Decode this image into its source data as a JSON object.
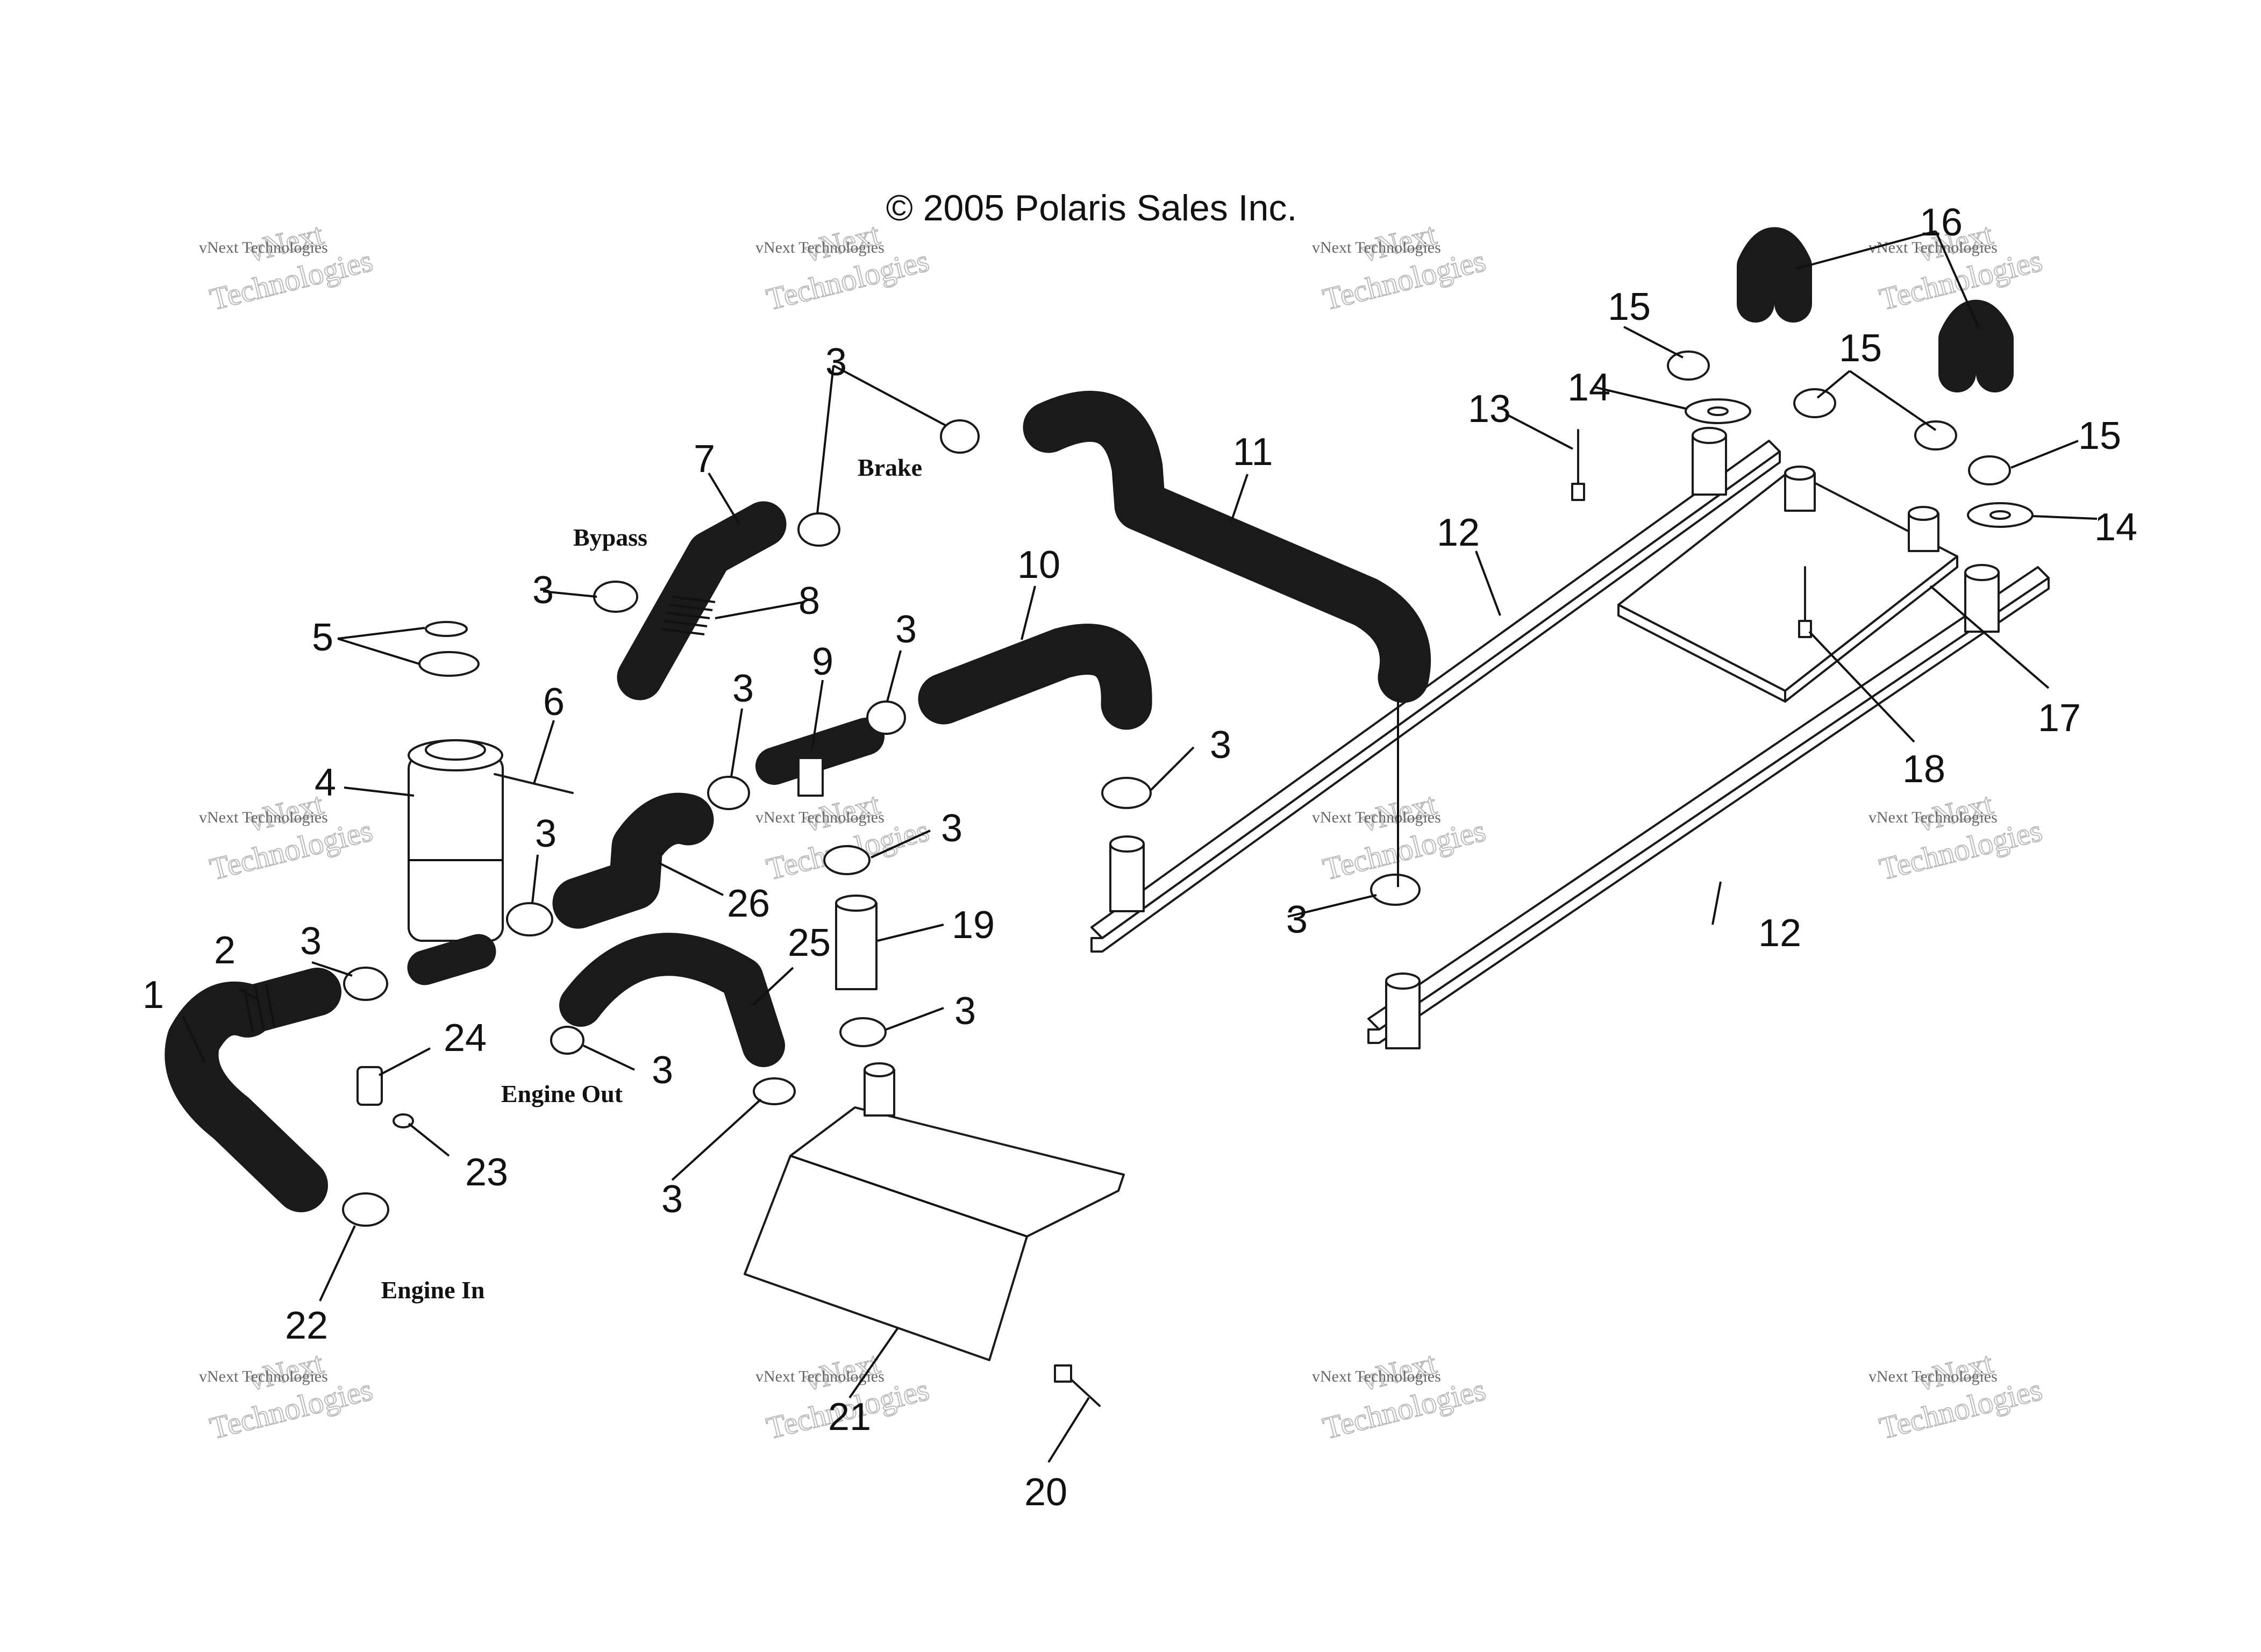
{
  "header": {
    "copyright": "© 2005 Polaris Sales Inc."
  },
  "watermark": {
    "line1": "vNext",
    "line2": "vNext Technologies",
    "line3": "Technologies"
  },
  "tags": {
    "brake": "Brake",
    "bypass": "Bypass",
    "engine_out": "Engine Out",
    "engine_in": "Engine In"
  },
  "callouts": {
    "c1": "1",
    "c2": "2",
    "c3": "3",
    "c4": "4",
    "c5": "5",
    "c6": "6",
    "c7": "7",
    "c8": "8",
    "c9": "9",
    "c10": "10",
    "c11": "11",
    "c12": "12",
    "c13": "13",
    "c14": "14",
    "c15": "15",
    "c16": "16",
    "c17": "17",
    "c18": "18",
    "c19": "19",
    "c20": "20",
    "c21": "21",
    "c22": "22",
    "c23": "23",
    "c24": "24",
    "c25": "25",
    "c26": "26"
  },
  "colors": {
    "line": "#1a1a1a",
    "background": "#ffffff",
    "watermark": "#bbbbbb"
  }
}
